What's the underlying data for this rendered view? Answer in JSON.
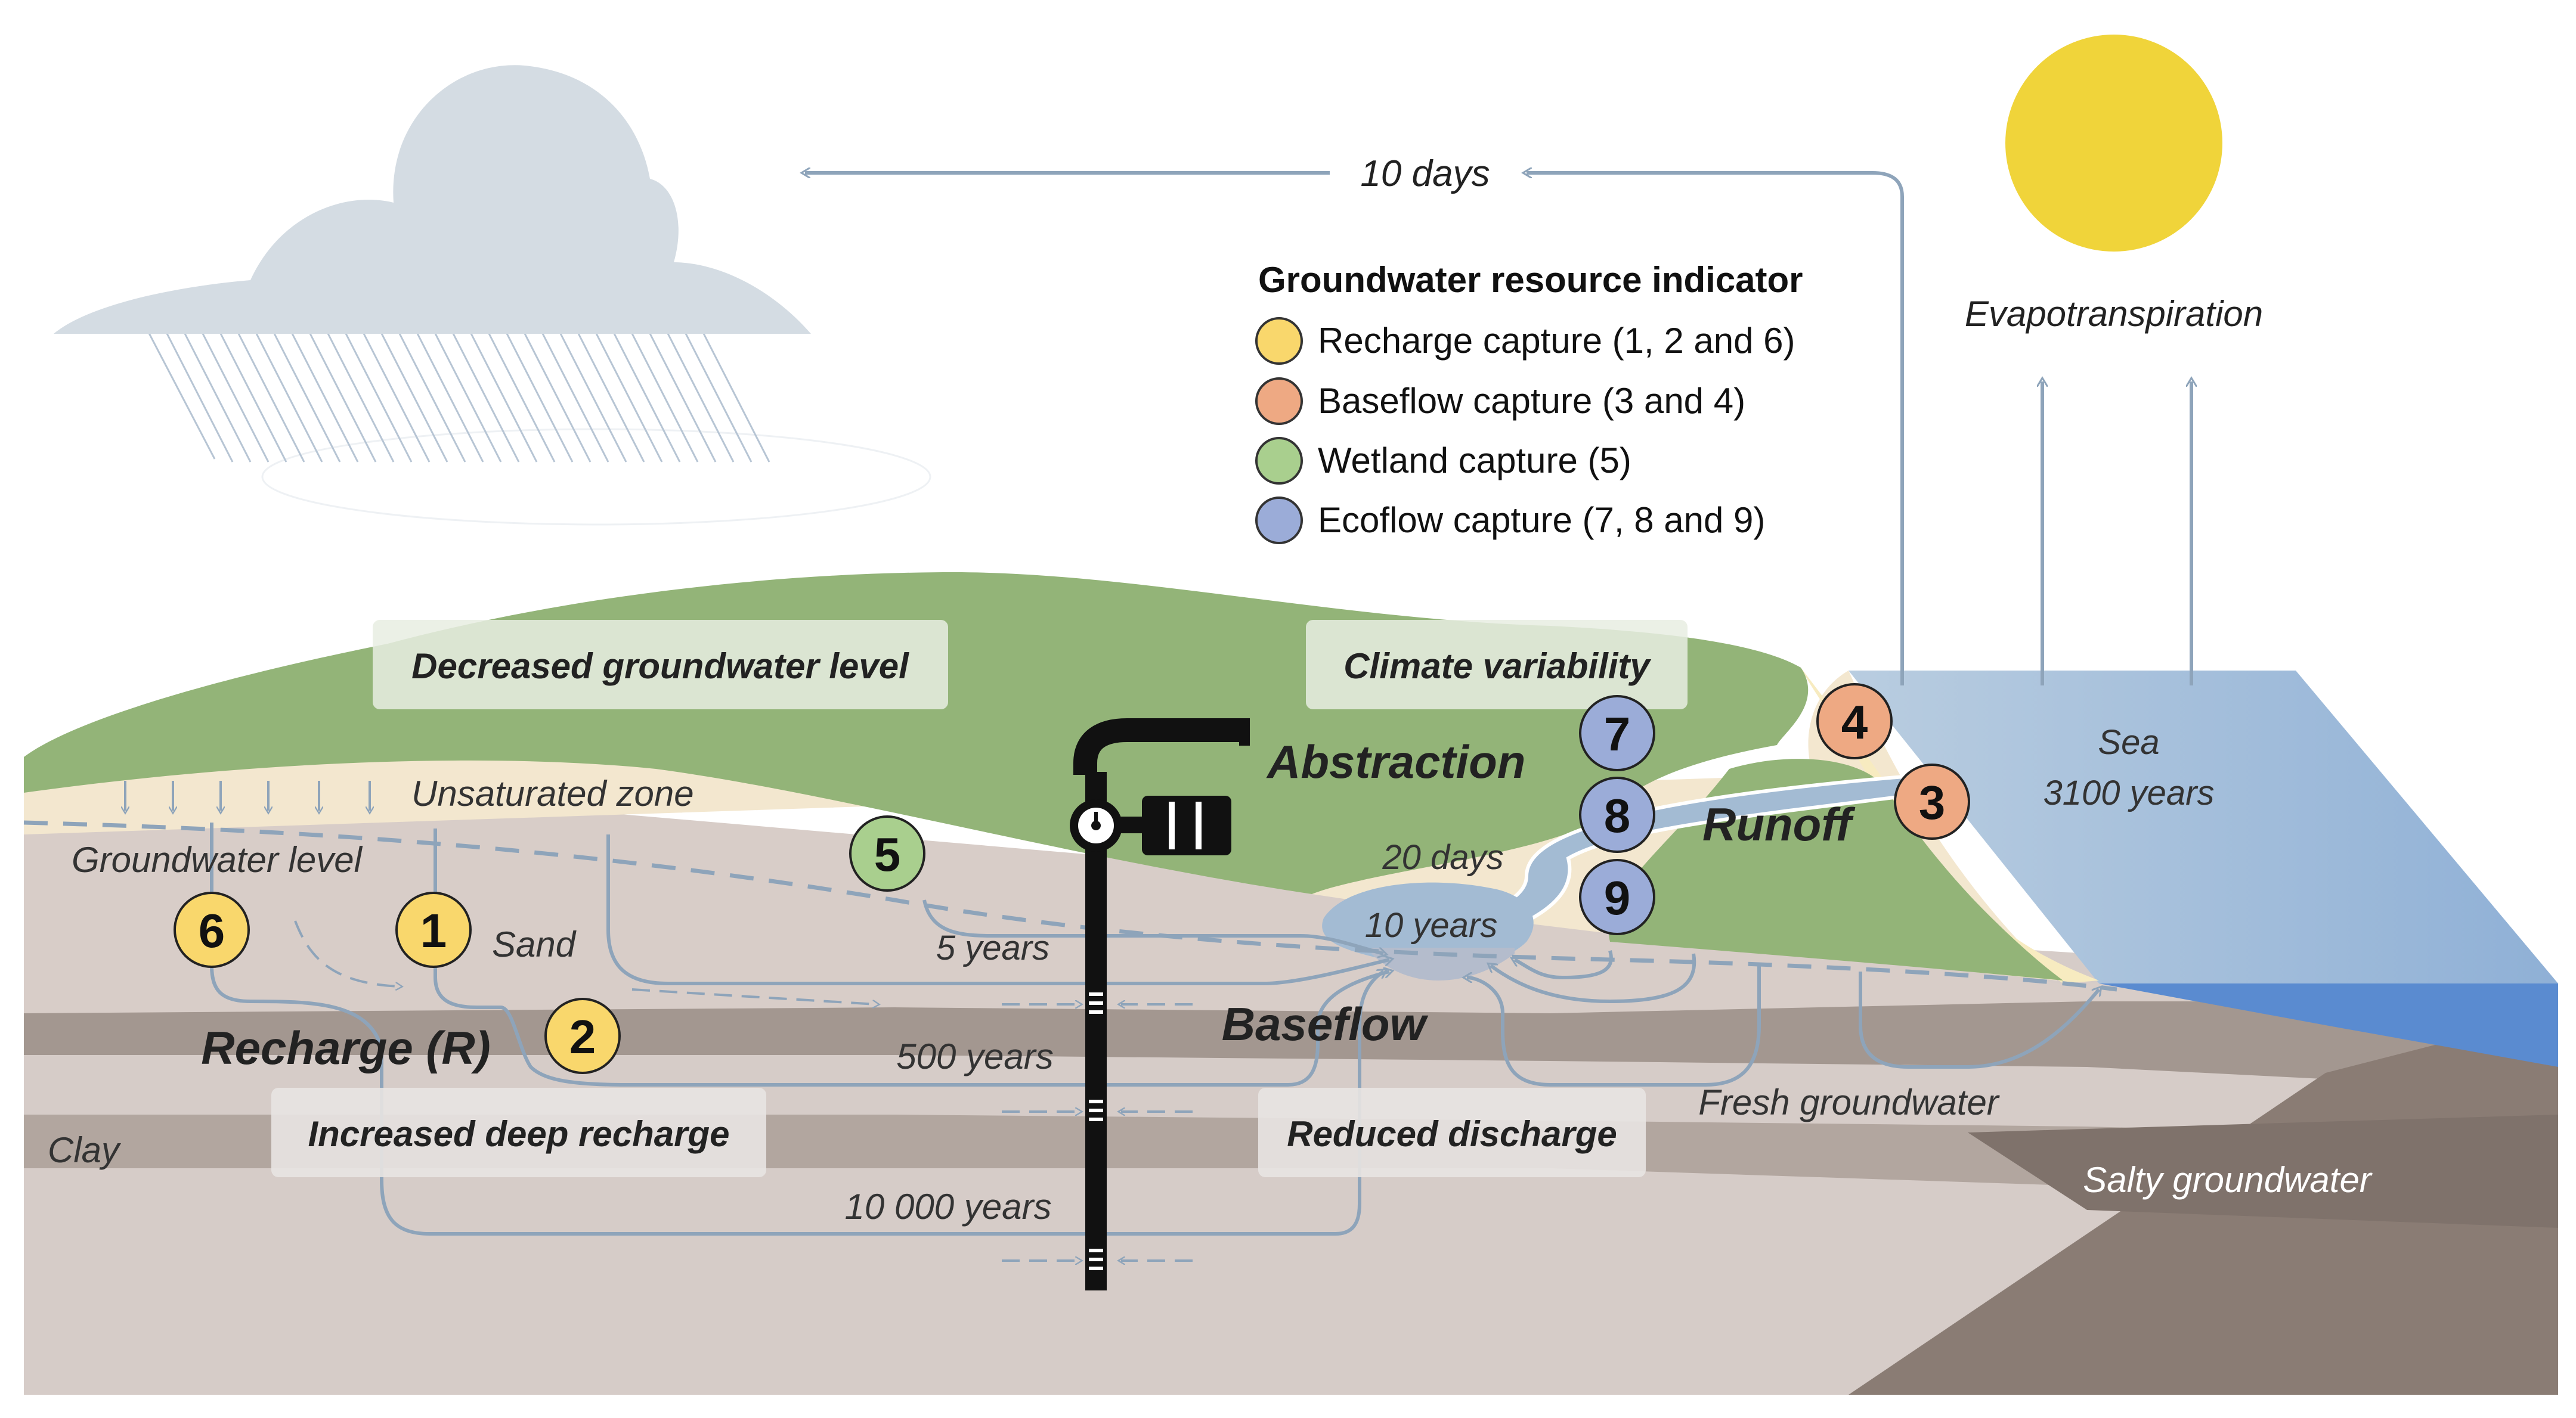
{
  "colors": {
    "green": "#93b478",
    "sand": "#f3e7cf",
    "soil_light": "#d6ccc8",
    "soil_dark": "#a39790",
    "sea": "#a3bbd3",
    "sea_deep": "#5a8bd0",
    "cloud": "#d4dce3",
    "sun": "#f0d43a",
    "arrow": "#8ea4ba",
    "yellow": "#f9d76c",
    "orange": "#eea983",
    "wetland": "#a9cf8e",
    "blue": "#9bacd8"
  },
  "legend": {
    "title": "Groundwater resource indicator",
    "items": [
      {
        "label": "Recharge capture (1, 2 and 6)",
        "color": "#f9d76c"
      },
      {
        "label": "Baseflow capture (3 and 4)",
        "color": "#eea983"
      },
      {
        "label": "Wetland capture (5)",
        "color": "#a9cf8e"
      },
      {
        "label": "Ecoflow capture (7, 8 and 9)",
        "color": "#9bacd8"
      }
    ]
  },
  "labels": {
    "ten_days": "10 days",
    "evapotranspiration": "Evapotranspiration",
    "sea": "Sea",
    "sea_years": "3100 years",
    "decreased_gw": "Decreased groundwater level",
    "climate_variability": "Climate variability",
    "unsaturated_zone": "Unsaturated zone",
    "groundwater_level": "Groundwater level",
    "sand": "Sand",
    "abstraction": "Abstraction",
    "runoff": "Runoff",
    "twenty_days": "20 days",
    "ten_years": "10 years",
    "five_years": "5 years",
    "recharge": "Recharge (R)",
    "five_hundred_years": "500 years",
    "baseflow": "Baseflow",
    "increased_deep_recharge": "Increased deep recharge",
    "reduced_discharge": "Reduced discharge",
    "fresh_groundwater": "Fresh groundwater",
    "clay": "Clay",
    "salty_groundwater": "Salty groundwater",
    "ten_thousand_years": "10 000 years"
  },
  "markers": [
    {
      "num": "1",
      "category": "recharge"
    },
    {
      "num": "2",
      "category": "recharge"
    },
    {
      "num": "3",
      "category": "baseflow"
    },
    {
      "num": "4",
      "category": "baseflow"
    },
    {
      "num": "5",
      "category": "wetland"
    },
    {
      "num": "6",
      "category": "recharge"
    },
    {
      "num": "7",
      "category": "ecoflow"
    },
    {
      "num": "8",
      "category": "ecoflow"
    },
    {
      "num": "9",
      "category": "ecoflow"
    }
  ]
}
